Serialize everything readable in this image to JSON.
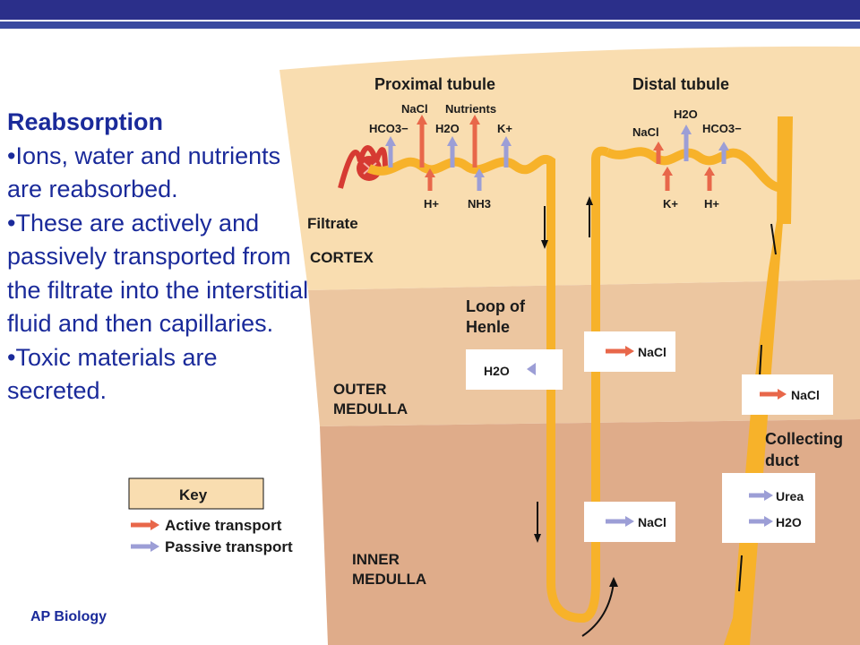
{
  "slide": {
    "footer": "AP Biology",
    "text": {
      "heading": "Reabsorption",
      "bullets": [
        "•Ions, water and nutrients are reabsorbed.",
        "•These are actively and passively transported from the filtrate into the interstitial fluid and then capillaries.",
        "•Toxic materials are secreted."
      ]
    }
  },
  "diagram": {
    "regions": {
      "cortex": "CORTEX",
      "outer_medulla": [
        "OUTER",
        "MEDULLA"
      ],
      "inner_medulla": [
        "INNER",
        "MEDULLA"
      ]
    },
    "labels": {
      "proximal": "Proximal tubule",
      "distal": "Distal tubule",
      "filtrate": "Filtrate",
      "loop": [
        "Loop of",
        "Henle"
      ],
      "collecting": [
        "Collecting",
        "duct"
      ]
    },
    "proximal_top": [
      "HCO3−",
      "NaCl",
      "Nutrients",
      "H2O",
      "K+"
    ],
    "proximal_bottom": [
      "H+",
      "NH3"
    ],
    "distal_top": [
      "H2O",
      "NaCl",
      "HCO3−"
    ],
    "distal_bottom": [
      "K+",
      "H+"
    ],
    "boxes": {
      "h2o_outer": "H2O",
      "nacl_outer": "NaCl",
      "nacl_collect": "NaCl",
      "nacl_inner": "NaCl",
      "urea": "Urea",
      "h2o_inner": "H2O"
    },
    "key": {
      "title": "Key",
      "active": "Active transport",
      "passive": "Passive transport",
      "active_color": "#e8674a",
      "passive_color": "#9c9ed6"
    },
    "colors": {
      "cortex": "#f9ddb0",
      "outer_medulla": "#ecc6a0",
      "inner_medulla": "#dfac8a",
      "tubule": "#f7b22a",
      "glomerulus": "#d63a32"
    }
  }
}
